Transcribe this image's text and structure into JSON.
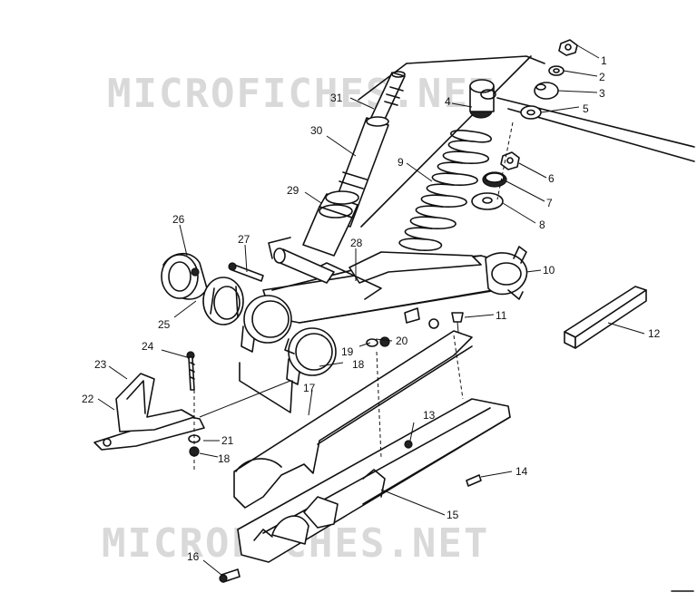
{
  "watermarks": [
    "MICROFICHES.NET",
    "MICROFICHES.NET"
  ],
  "part_numbers": [
    "1",
    "2",
    "3",
    "4",
    "5",
    "6",
    "7",
    "8",
    "9",
    "10",
    "11",
    "12",
    "13",
    "14",
    "15",
    "16",
    "17",
    "18",
    "18",
    "19",
    "20",
    "21",
    "22",
    "23",
    "24",
    "25",
    "26",
    "27",
    "28",
    "29",
    "30",
    "31"
  ]
}
